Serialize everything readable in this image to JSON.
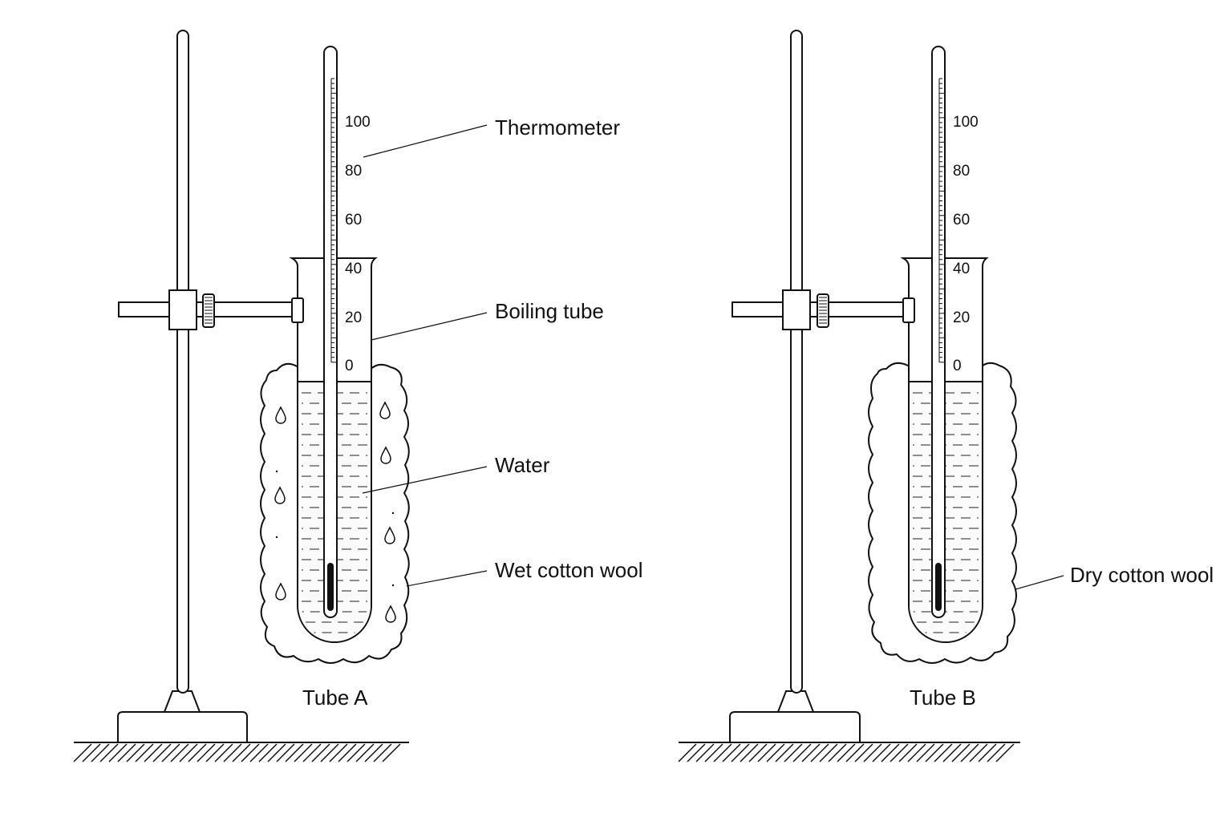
{
  "labels": {
    "thermometer": "Thermometer",
    "boiling_tube": "Boiling tube",
    "water": "Water",
    "wet_cotton_wool": "Wet cotton wool",
    "dry_cotton_wool": "Dry cotton wool"
  },
  "captions": {
    "tube_a": "Tube A",
    "tube_b": "Tube B"
  },
  "scale": {
    "s100": "100",
    "s80": "80",
    "s60": "60",
    "s40": "40",
    "s20": "20",
    "s0": "0"
  }
}
